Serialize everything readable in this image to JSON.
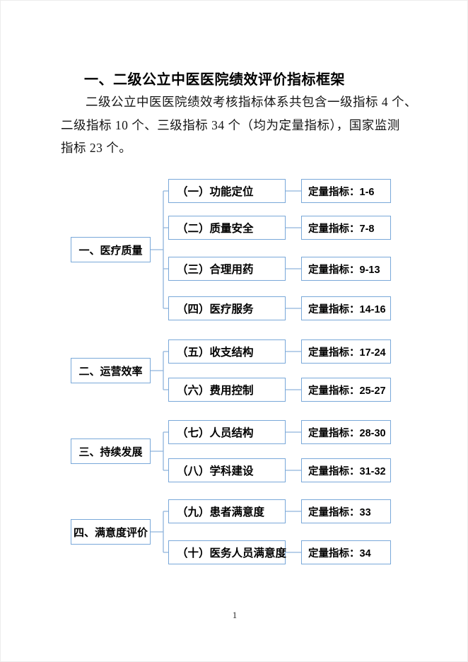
{
  "page": {
    "title": "一、二级公立中医医院绩效评价指标框架",
    "paragraph_lines": [
      "二级公立中医医院绩效考核指标体系共包含一级指标 4 个、",
      "二级指标 10 个、三级指标 34 个（均为定量指标），国家监测",
      "指标 23 个。"
    ],
    "page_number": "1"
  },
  "diagram": {
    "colors": {
      "box_border": "#79a8d9",
      "connector_line": "#8fb3dc"
    },
    "groups": [
      {
        "label": "一、医疗质量",
        "children": [
          {
            "label": "（一）功能定位",
            "indicator": "定量指标：1-6"
          },
          {
            "label": "（二）质量安全",
            "indicator": "定量指标：7-8"
          },
          {
            "label": "（三）合理用药",
            "indicator": "定量指标：9-13"
          },
          {
            "label": "（四）医疗服务",
            "indicator": "定量指标：14-16"
          }
        ]
      },
      {
        "label": "二、运营效率",
        "children": [
          {
            "label": "（五）收支结构",
            "indicator": "定量指标：17-24"
          },
          {
            "label": "（六）费用控制",
            "indicator": "定量指标：25-27"
          }
        ]
      },
      {
        "label": "三、持续发展",
        "children": [
          {
            "label": "（七）人员结构",
            "indicator": "定量指标：28-30"
          },
          {
            "label": "（八）学科建设",
            "indicator": "定量指标：31-32"
          }
        ]
      },
      {
        "label": "四、满意度评价",
        "children": [
          {
            "label": "（九）患者满意度",
            "indicator": "定量指标：33"
          },
          {
            "label": "（十）医务人员满意度",
            "indicator": "定量指标：34"
          }
        ]
      }
    ]
  }
}
